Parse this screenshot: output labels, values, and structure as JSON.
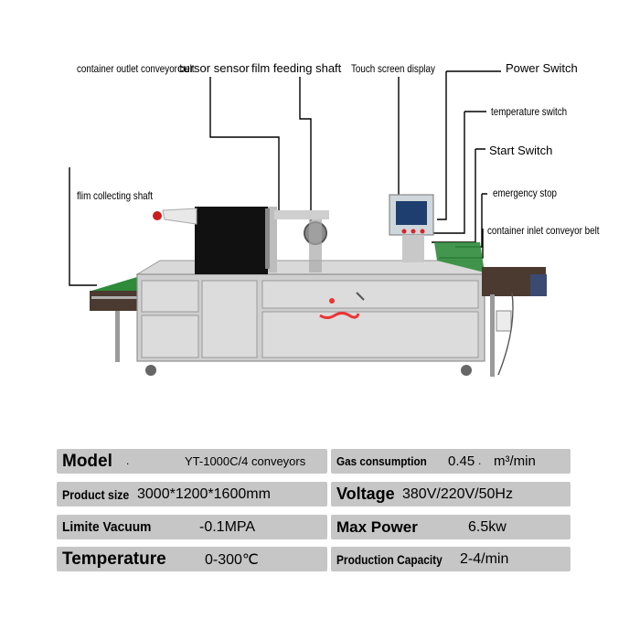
{
  "callouts": {
    "container_outlet": "container outlet conveyor belt",
    "cursor_sensor": "cursor sensor",
    "film_feeding": "film feeding shaft",
    "touch_screen": "Touch screen display",
    "power_switch": "Power Switch",
    "temperature_switch": "temperature switch",
    "start_switch": "Start Switch",
    "emergency_stop": "emergency stop",
    "container_inlet": "container inlet conveyor belt",
    "film_collecting": "flim collecting shaft"
  },
  "specs": {
    "model": {
      "label": "Model",
      "dot": ".",
      "value": "YT-1000C/4 conveyors"
    },
    "gas": {
      "label": "Gas consumption",
      "value": "0.45",
      "dot": ".",
      "unit": "m³/min"
    },
    "product_size": {
      "label": "Product size",
      "value": "3000*1200*1600mm"
    },
    "voltage": {
      "label": "Voltage",
      "value": "380V/220V/50Hz"
    },
    "vacuum": {
      "label": "Limite Vacuum",
      "value": "-0.1MPA"
    },
    "max_power": {
      "label": "Max Power",
      "value": "6.5kw"
    },
    "temperature": {
      "label": "Temperature",
      "value": "0-300℃"
    },
    "capacity": {
      "label": "Production Capacity",
      "value": "2-4/min"
    }
  }
}
